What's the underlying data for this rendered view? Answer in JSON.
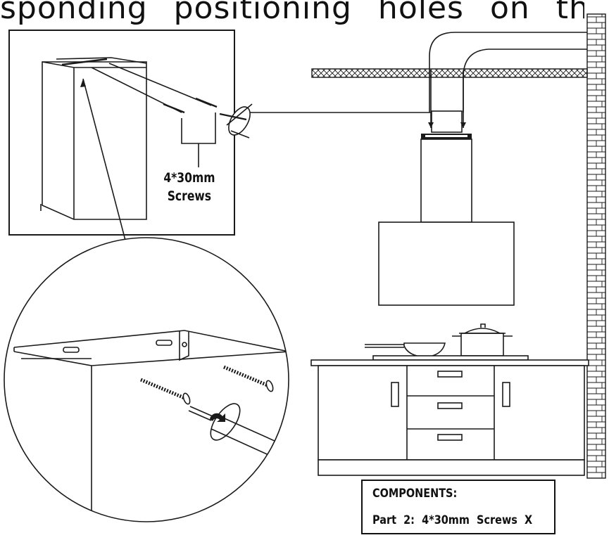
{
  "heading": "sponding positioning holes on the wall.",
  "detail_label": {
    "line1": "4*30mm",
    "line2": "Screws"
  },
  "components": {
    "title": "COMPONENTS:",
    "part": "Part 2: 4*30mm Screws X"
  }
}
